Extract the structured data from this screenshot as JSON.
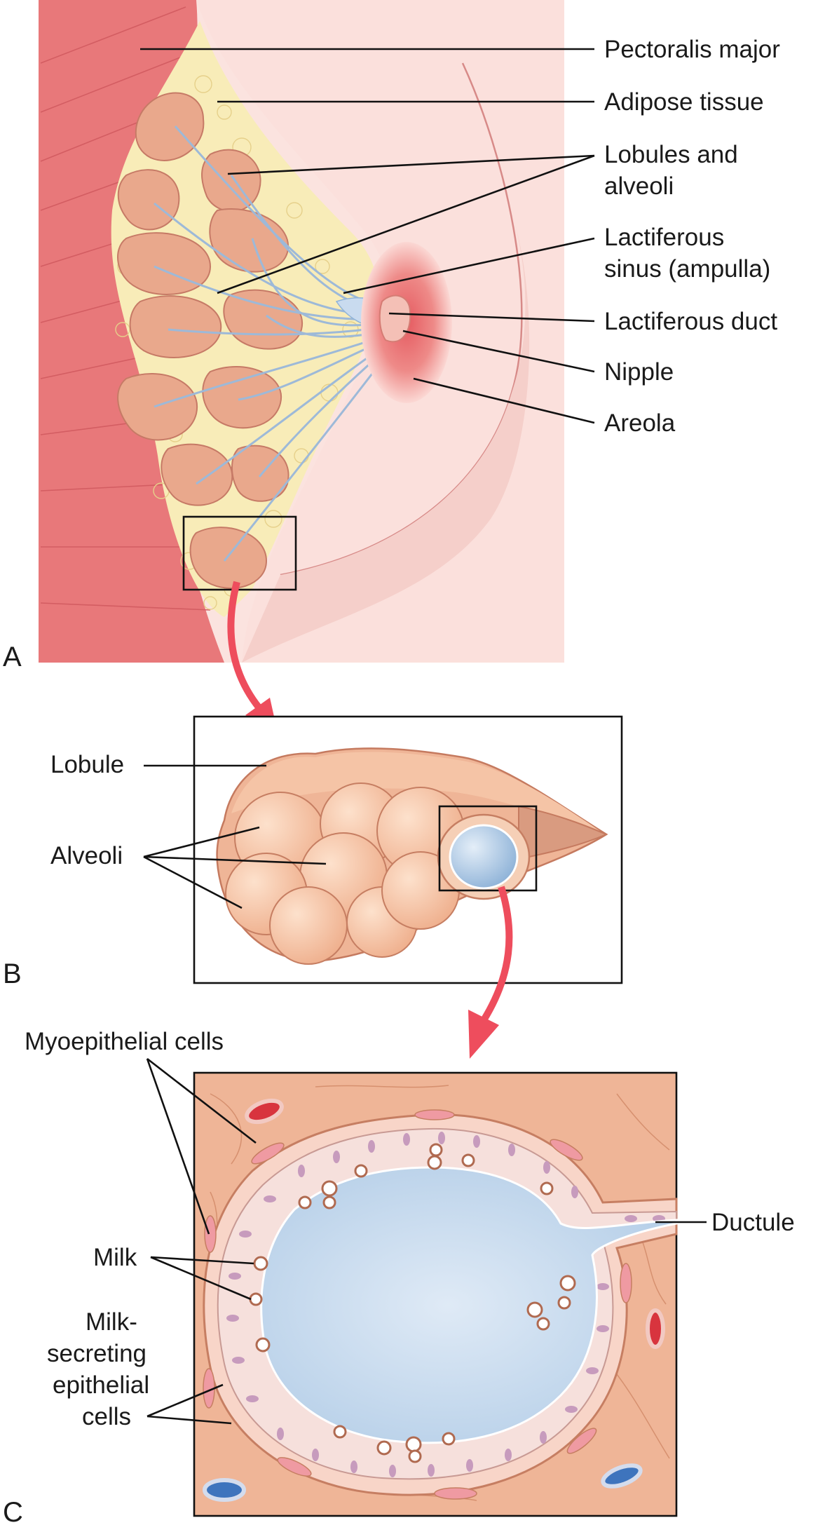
{
  "panels": {
    "a": "A",
    "b": "B",
    "c": "C"
  },
  "panel_a": {
    "pectoralis": "Pectoralis major",
    "adipose": "Adipose tissue",
    "lobules_l1": "Lobules and",
    "lobules_l2": "alveoli",
    "sinus_l1": "Lactiferous",
    "sinus_l2": "sinus (ampulla)",
    "duct": "Lactiferous duct",
    "nipple": "Nipple",
    "areola": "Areola"
  },
  "panel_b": {
    "lobule": "Lobule",
    "alveoli": "Alveoli"
  },
  "panel_c": {
    "myo": "Myoepithelial cells",
    "ductule": "Ductule",
    "milk": "Milk",
    "secr_l1": "Milk-",
    "secr_l2": "secreting",
    "secr_l3": "epithelial",
    "secr_l4": "cells"
  },
  "colors": {
    "muscle": "#e8787a",
    "adipose": "#f8ecb8",
    "lobule": "#e9a88c",
    "skin": "#fbe0dc",
    "areola": "#ec7b7b",
    "milk": "#c7dcef",
    "arrow": "#ee4d5d",
    "connective": "#efb597"
  }
}
